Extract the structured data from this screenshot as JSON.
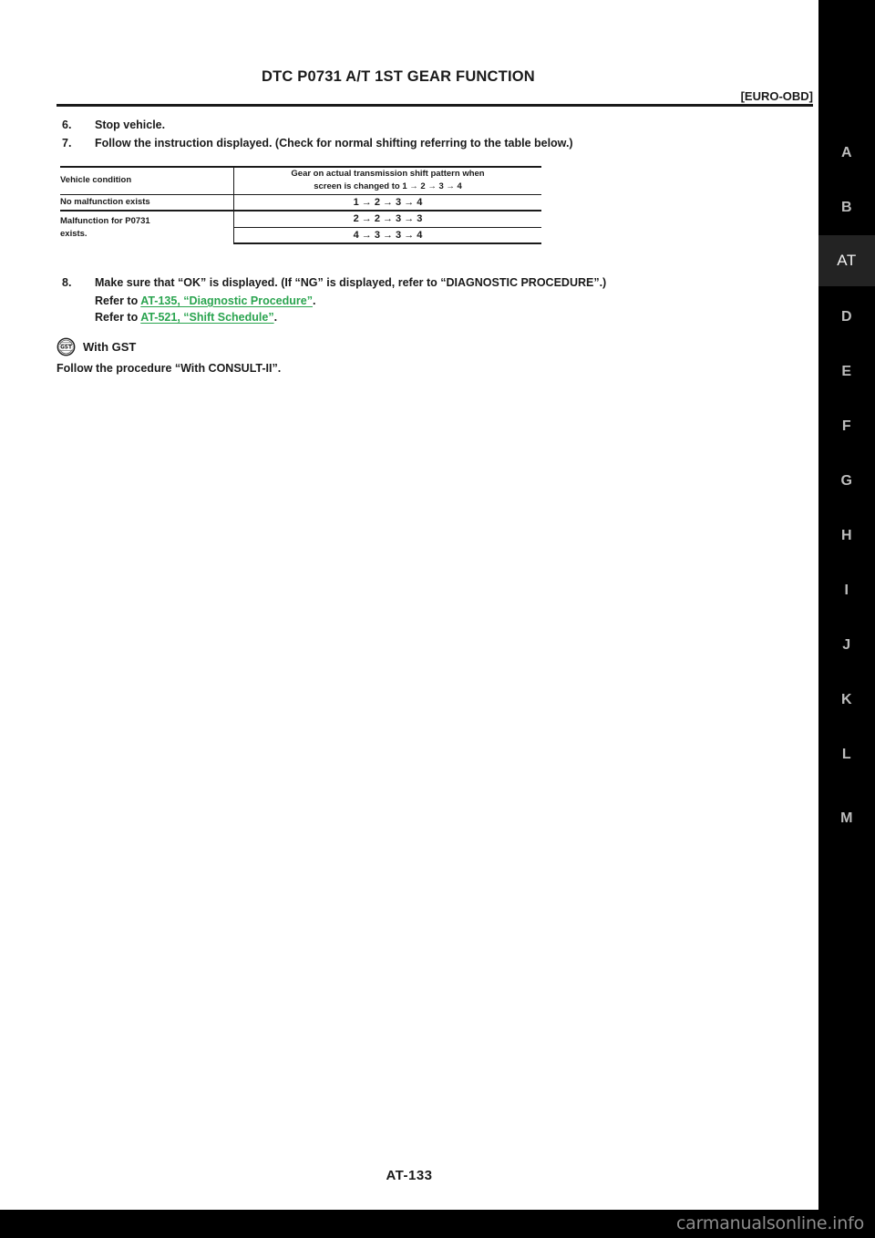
{
  "header": {
    "title": "DTC P0731 A/T 1ST GEAR FUNCTION",
    "section": "[EURO-OBD]"
  },
  "steps": {
    "step6_num": "6.",
    "step6_text": "Stop vehicle.",
    "step7_num": "7.",
    "step7_text": "Follow the instruction displayed. (Check for normal shifting referring to the table below.)",
    "step8_num": "8.",
    "step8_text": "Make sure that “OK” is displayed. (If “NG” is displayed, refer to “DIAGNOSTIC PROCEDURE”.)",
    "refer_label": "Refer to",
    "link1": "AT-135, “Diagnostic Procedure”",
    "link1_trail": ".",
    "link2": "AT-521, “Shift Schedule”",
    "link2_trail": "."
  },
  "table": {
    "header_condition": "Vehicle condition",
    "header_gear_line1": "Gear on actual transmission shift pattern when",
    "header_gear_line2": "screen is changed to 1 → 2 → 3 → 4",
    "rows": [
      {
        "condition": "No malfunction exists",
        "values": [
          "1 → 2 → 3 → 4"
        ]
      },
      {
        "condition_line1": "Malfunction for P0731",
        "condition_line2": "exists.",
        "values": [
          "2 → 2 → 3 → 3",
          "4 → 3 → 3 → 4"
        ]
      }
    ]
  },
  "gst": {
    "icon": "gst-icon",
    "icon_text": "GST",
    "label": "With GST",
    "body": "Follow the procedure “With CONSULT-II”."
  },
  "tabs": {
    "items": [
      {
        "label": "A",
        "active": false
      },
      {
        "label": "B",
        "active": false
      },
      {
        "label": "AT",
        "active": true
      },
      {
        "label": "D",
        "active": false
      },
      {
        "label": "E",
        "active": false
      },
      {
        "label": "F",
        "active": false
      },
      {
        "label": "G",
        "active": false
      },
      {
        "label": "H",
        "active": false
      },
      {
        "label": "I",
        "active": false
      },
      {
        "label": "J",
        "active": false
      },
      {
        "label": "K",
        "active": false
      },
      {
        "label": "L",
        "active": false
      },
      {
        "label": "M",
        "active": false
      }
    ]
  },
  "footer": {
    "page": "AT-133",
    "watermark": "carmanualsonline.info"
  },
  "colors": {
    "link": "#2aa44f",
    "text": "#1a1a1a",
    "rail_bg": "#000000",
    "rail_text": "#bdbdbd",
    "rail_active_bg": "#232323"
  }
}
